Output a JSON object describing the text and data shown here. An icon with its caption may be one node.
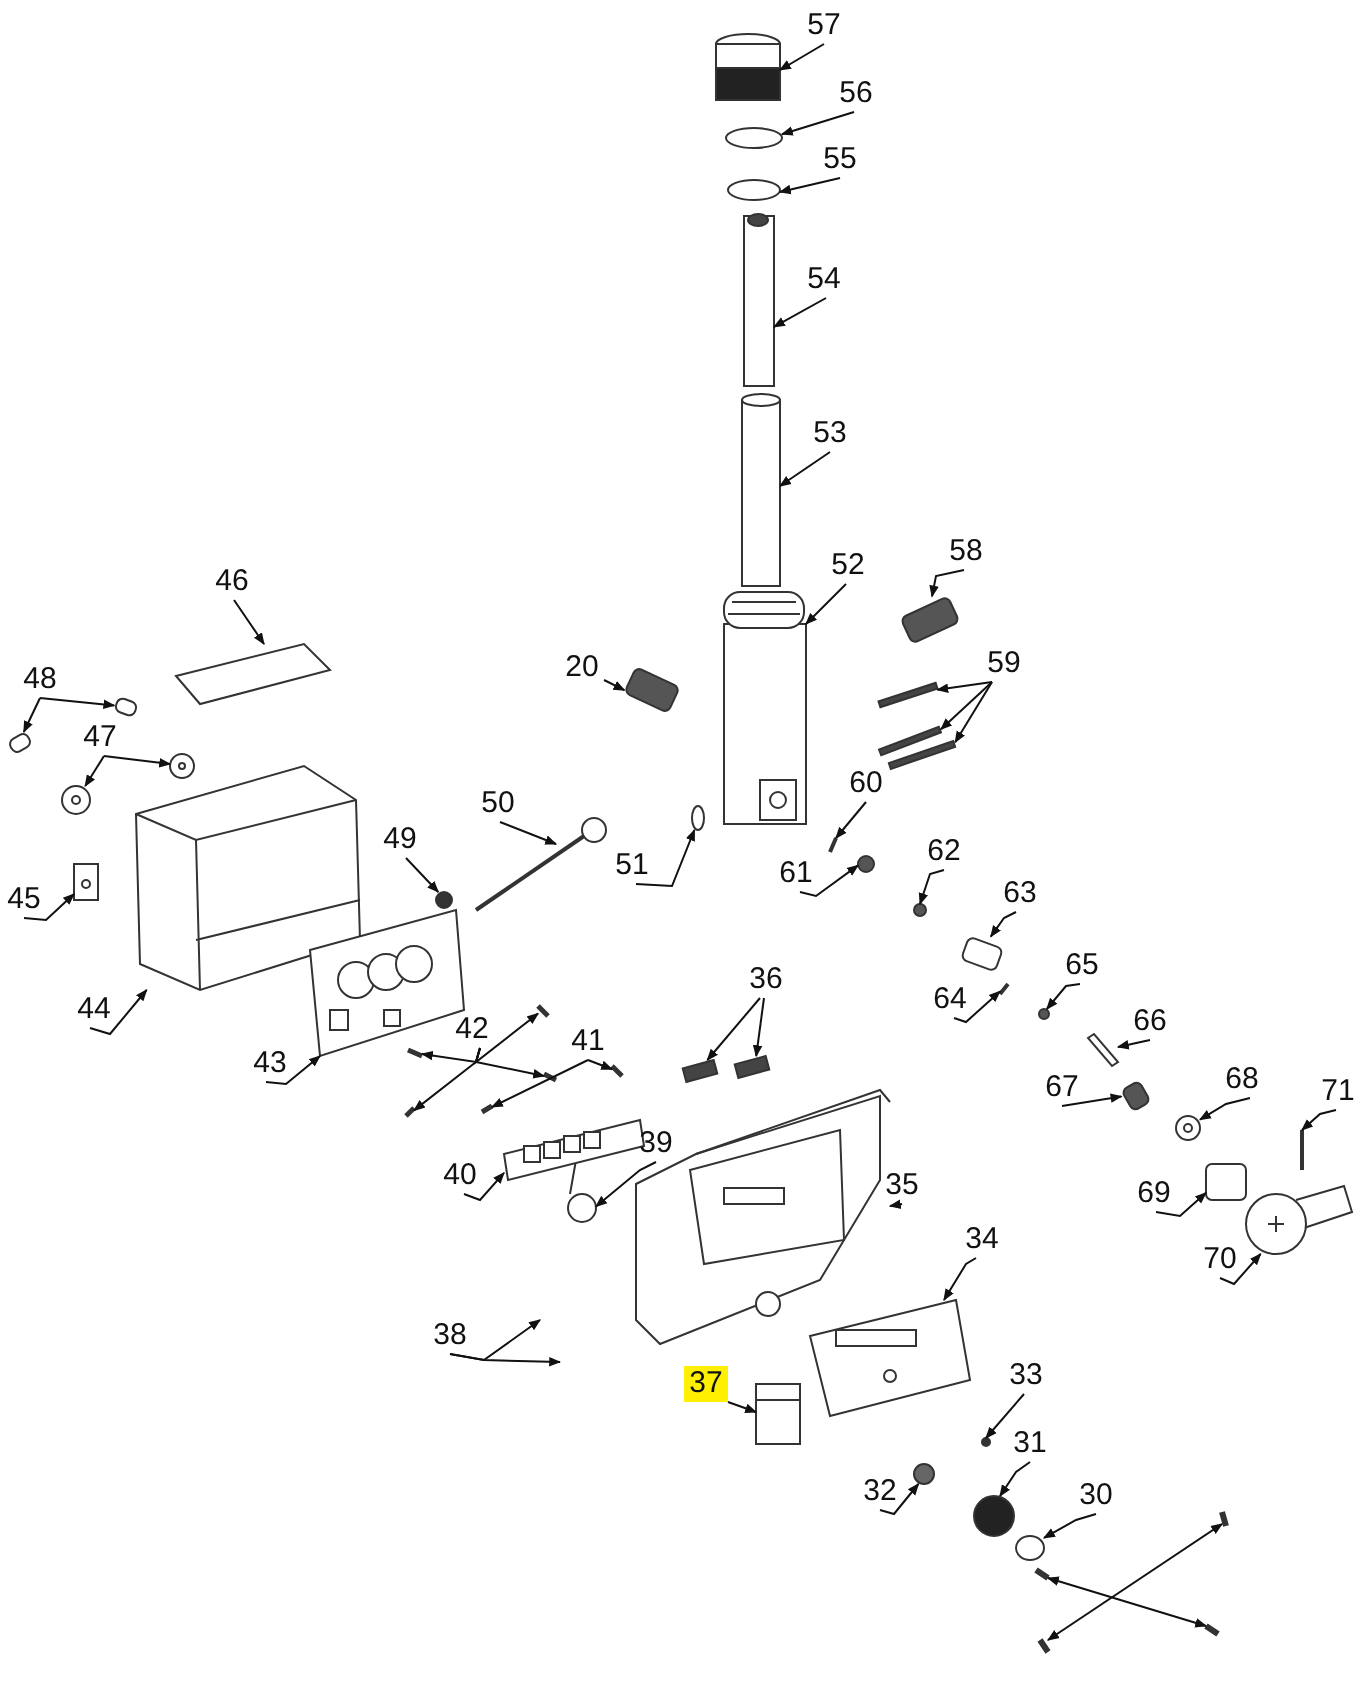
{
  "diagram": {
    "nodes": [
      {
        "text": [
          "57"
        ]
      },
      {
        "text": [
          "56"
        ]
      },
      {
        "text": [
          "55"
        ]
      },
      {
        "text": [
          "54"
        ]
      },
      {
        "text": [
          "53"
        ]
      },
      {
        "text": [
          "52"
        ]
      },
      {
        "text": [
          "58"
        ]
      },
      {
        "text": [
          "46"
        ]
      },
      {
        "text": [
          "20"
        ]
      },
      {
        "text": [
          "59"
        ]
      },
      {
        "text": [
          "48"
        ]
      },
      {
        "text": [
          "47"
        ]
      },
      {
        "text": [
          "50"
        ]
      },
      {
        "text": [
          "60"
        ]
      },
      {
        "text": [
          "45"
        ]
      },
      {
        "text": [
          "49"
        ]
      },
      {
        "text": [
          "51"
        ]
      },
      {
        "text": [
          "61"
        ]
      },
      {
        "text": [
          "62"
        ]
      },
      {
        "text": [
          "63"
        ]
      },
      {
        "text": [
          "65"
        ]
      },
      {
        "text": [
          "36"
        ]
      },
      {
        "text": [
          "64"
        ]
      },
      {
        "text": [
          "66"
        ]
      },
      {
        "text": [
          "42"
        ]
      },
      {
        "text": [
          "41"
        ]
      },
      {
        "text": [
          "67"
        ]
      },
      {
        "text": [
          "68"
        ]
      },
      {
        "text": [
          "71"
        ]
      },
      {
        "text": [
          "39"
        ]
      },
      {
        "text": [
          "40"
        ]
      },
      {
        "text": [
          "35"
        ]
      },
      {
        "text": [
          "69"
        ]
      },
      {
        "text": [
          "34"
        ]
      },
      {
        "text": [
          "70"
        ]
      },
      {
        "text": [
          "38"
        ]
      },
      {
        "text": [
          "33"
        ]
      },
      {
        "text": [
          "37"
        ]
      },
      {
        "text": [
          "31"
        ]
      },
      {
        "text": [
          "32"
        ]
      },
      {
        "text": [
          "30"
        ]
      },
      {
        "text": [
          "44"
        ]
      },
      {
        "text": [
          "43"
        ]
      },
      {
        "text": [],
        "shape": "picture"
      },
      {
        "text": [],
        "shape": "circle"
      },
      {
        "text": [],
        "shape": "circle"
      },
      {
        "text": [],
        "shape": "picture"
      },
      {
        "text": [],
        "shape": "cylinder"
      },
      {
        "text": [],
        "shape": "picture"
      },
      {
        "text": [],
        "shape": "box"
      },
      {
        "text": [],
        "shape": "picture"
      },
      {
        "text": [],
        "shape": "box"
      },
      {
        "text": [],
        "shape": "bar"
      },
      {
        "text": [],
        "shape": "bar"
      },
      {
        "text": [],
        "shape": "bar"
      },
      {
        "text": [],
        "shape": "box"
      },
      {
        "text": [],
        "shape": "box"
      },
      {
        "text": [],
        "shape": "picture"
      },
      {
        "text": [],
        "shape": "picture"
      },
      {
        "text": [],
        "shape": "picture"
      },
      {
        "text": [],
        "shape": "picture"
      },
      {
        "text": [],
        "shape": "picture"
      },
      {
        "text": [],
        "shape": "circle"
      },
      {
        "text": [],
        "shape": "circle"
      },
      {
        "text": [],
        "shape": "circle"
      },
      {
        "text": [],
        "shape": "circle"
      },
      {
        "text": [],
        "shape": "box"
      },
      {
        "text": [],
        "shape": "bar"
      },
      {
        "text": [],
        "shape": "bar"
      },
      {
        "text": [],
        "shape": "picture"
      },
      {
        "text": [],
        "shape": "circle"
      },
      {
        "text": [],
        "shape": "picture"
      },
      {
        "text": [],
        "shape": "picture"
      },
      {
        "text": [],
        "shape": "picture"
      },
      {
        "text": [],
        "shape": "picture"
      },
      {
        "text": [],
        "shape": "picture"
      },
      {
        "text": [],
        "shape": "picture"
      },
      {
        "text": [],
        "shape": "picture"
      },
      {
        "text": [],
        "shape": "box"
      },
      {
        "text": [],
        "shape": "picture"
      },
      {
        "text": [],
        "shape": "picture"
      },
      {
        "text": [],
        "shape": "picture"
      },
      {
        "text": [],
        "shape": "picture"
      },
      {
        "text": [],
        "shape": "picture"
      },
      {
        "text": [],
        "shape": "box"
      },
      {
        "text": [],
        "shape": "picture"
      },
      {
        "text": [],
        "shape": "picture"
      },
      {
        "text": [],
        "shape": "circle"
      },
      {
        "text": [],
        "shape": "picture"
      },
      {
        "text": [],
        "shape": "circle"
      },
      {
        "text": [],
        "shape": "circle"
      },
      {
        "text": [],
        "shape": "circle"
      },
      {
        "text": [],
        "shape": "picture"
      },
      {
        "text": [],
        "shape": "picture"
      },
      {
        "text": [],
        "shape": "picture"
      },
      {
        "text": [],
        "shape": "picture"
      },
      {
        "text": [],
        "shape": "picture"
      },
      {
        "text": [],
        "shape": "picture"
      }
    ],
    "edges": [
      {
        "from": 0,
        "to": 43,
        "arrow": "to"
      },
      {
        "from": 1,
        "to": 44,
        "arrow": "to"
      },
      {
        "from": 2,
        "to": 45,
        "arrow": "to"
      },
      {
        "from": 3,
        "to": 46,
        "arrow": "to"
      },
      {
        "from": 4,
        "to": 47,
        "arrow": "to"
      },
      {
        "from": 5,
        "to": 48,
        "arrow": "to"
      },
      {
        "from": 6,
        "to": 49,
        "arrow": "to"
      },
      {
        "from": 7,
        "to": 50,
        "arrow": "to"
      },
      {
        "from": 8,
        "to": 51,
        "arrow": "to"
      },
      {
        "from": 9,
        "to": 52,
        "arrow": "to"
      },
      {
        "from": 9,
        "to": 53,
        "arrow": "to"
      },
      {
        "from": 9,
        "to": 54,
        "arrow": "to"
      },
      {
        "from": 10,
        "to": 55,
        "arrow": "to"
      },
      {
        "from": 10,
        "to": 56,
        "arrow": "to"
      },
      {
        "from": 11,
        "to": 57,
        "arrow": "to"
      },
      {
        "from": 11,
        "to": 58,
        "arrow": "to"
      },
      {
        "from": 12,
        "to": 59,
        "arrow": "to"
      },
      {
        "from": 13,
        "to": 60,
        "arrow": "to"
      },
      {
        "from": 14,
        "to": 61,
        "arrow": "to"
      },
      {
        "from": 15,
        "to": 62,
        "arrow": "to"
      },
      {
        "from": 16,
        "to": 63,
        "arrow": "to"
      },
      {
        "from": 17,
        "to": 64,
        "arrow": "to"
      },
      {
        "from": 18,
        "to": 65,
        "arrow": "to"
      },
      {
        "from": 19,
        "to": 66,
        "arrow": "to"
      },
      {
        "from": 20,
        "to": 70,
        "arrow": "to"
      },
      {
        "from": 21,
        "to": 67,
        "arrow": "to"
      },
      {
        "from": 21,
        "to": 68,
        "arrow": "to"
      },
      {
        "from": 22,
        "to": 69,
        "arrow": "to"
      },
      {
        "from": 23,
        "to": 71,
        "arrow": "to"
      },
      {
        "from": 24,
        "to": 72,
        "arrow": "to"
      },
      {
        "from": 24,
        "to": 73,
        "arrow": "to"
      },
      {
        "from": 24,
        "to": 74,
        "arrow": "to"
      },
      {
        "from": 24,
        "to": 75,
        "arrow": "to"
      },
      {
        "from": 25,
        "to": 76,
        "arrow": "to"
      },
      {
        "from": 25,
        "to": 77,
        "arrow": "to"
      },
      {
        "from": 26,
        "to": 78,
        "arrow": "to"
      },
      {
        "from": 27,
        "to": 79,
        "arrow": "to"
      },
      {
        "from": 28,
        "to": 80,
        "arrow": "to"
      },
      {
        "from": 29,
        "to": 81,
        "arrow": "to"
      },
      {
        "from": 30,
        "to": 82,
        "arrow": "to"
      },
      {
        "from": 31,
        "to": 83,
        "arrow": "to"
      },
      {
        "from": 32,
        "to": 84,
        "arrow": "to"
      },
      {
        "from": 33,
        "to": 85,
        "arrow": "to"
      },
      {
        "from": 34,
        "to": 86,
        "arrow": "to"
      },
      {
        "from": 35,
        "to": null,
        "arrow": "to"
      },
      {
        "from": 35,
        "to": null,
        "arrow": "to"
      },
      {
        "from": 36,
        "to": 87,
        "arrow": "to"
      },
      {
        "from": 37,
        "to": 88,
        "arrow": "to"
      },
      {
        "from": 38,
        "to": 89,
        "arrow": "to"
      },
      {
        "from": 39,
        "to": 90,
        "arrow": "to"
      },
      {
        "from": 40,
        "to": 91,
        "arrow": "to"
      },
      {
        "from": 41,
        "to": 92,
        "arrow": "to"
      },
      {
        "from": 42,
        "to": 93,
        "arrow": "to"
      },
      {
        "from": 94,
        "to": 95,
        "arrow": "both"
      },
      {
        "from": 96,
        "to": 97,
        "arrow": "both"
      }
    ]
  }
}
